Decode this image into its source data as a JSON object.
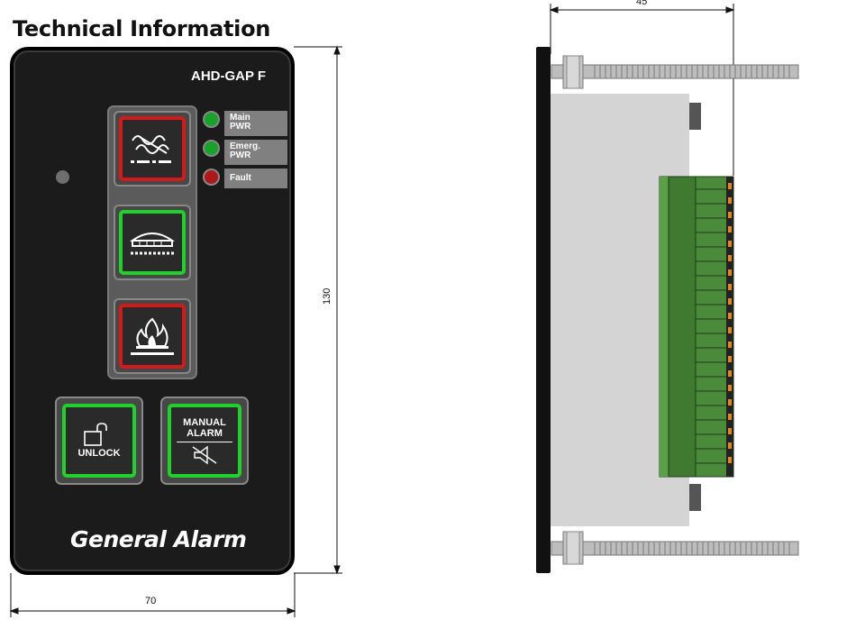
{
  "heading": "Technical Information",
  "front_panel": {
    "model": "AHD-GAP F",
    "leds": [
      {
        "label_line1": "Main",
        "label_line2": "PWR",
        "color": "#17a32a"
      },
      {
        "label_line1": "Emerg.",
        "label_line2": "PWR",
        "color": "#17a32a"
      },
      {
        "label_line1": "Fault",
        "label_line2": "",
        "color": "#b01818"
      }
    ],
    "buttons": [
      {
        "icon": "abandon-ship-icon",
        "border": "#d21a1a"
      },
      {
        "icon": "lifeboat-icon",
        "border": "#1fd12a"
      },
      {
        "icon": "fire-icon",
        "border": "#d21a1a"
      }
    ],
    "unlock_label": "UNLOCK",
    "manual_alarm_line1": "MANUAL",
    "manual_alarm_line2": "ALARM",
    "brand": "General Alarm"
  },
  "dimensions": {
    "height": "130",
    "width": "70",
    "depth": "45"
  },
  "colors": {
    "red_border": "#d21a1a",
    "green_border": "#1fd12a",
    "terminal_green": "#4b8a3a",
    "terminal_orange": "#e8821e",
    "housing_gray": "#d4d4d4"
  }
}
